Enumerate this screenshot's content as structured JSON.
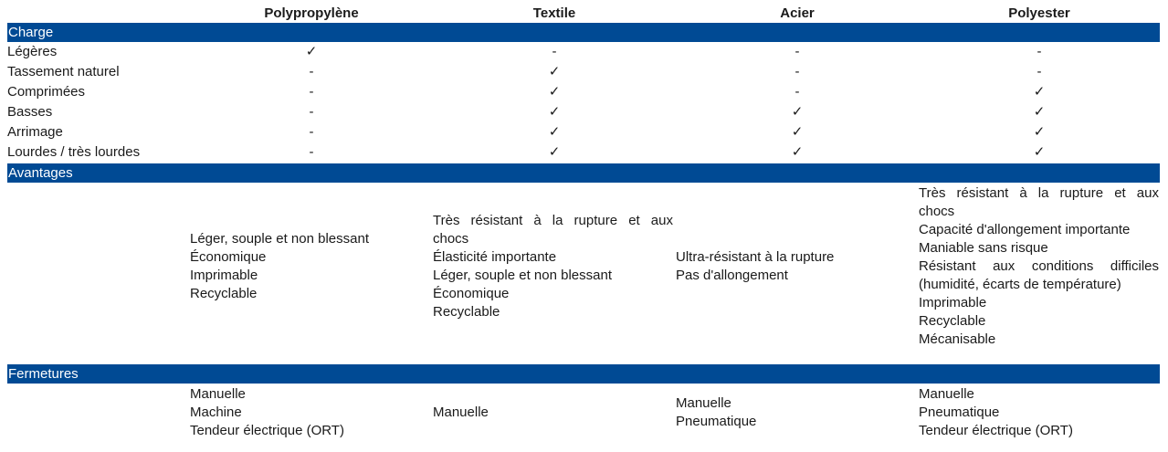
{
  "columns": [
    "Polypropylène",
    "Textile",
    "Acier",
    "Polyester"
  ],
  "sections": {
    "charge": "Charge",
    "avantages": "Avantages",
    "fermetures": "Fermetures"
  },
  "charge_rows": [
    {
      "label": "Légères",
      "values": [
        "✓",
        "-",
        "-",
        "-"
      ]
    },
    {
      "label": "Tassement naturel",
      "values": [
        "-",
        "✓",
        "-",
        "-"
      ]
    },
    {
      "label": "Comprimées",
      "values": [
        "-",
        "✓",
        "-",
        "✓"
      ]
    },
    {
      "label": "Basses",
      "values": [
        "-",
        "✓",
        "✓",
        "✓"
      ]
    },
    {
      "label": "Arrimage",
      "values": [
        "-",
        "✓",
        "✓",
        "✓"
      ]
    },
    {
      "label": "Lourdes / très lourdes",
      "values": [
        "-",
        "✓",
        "✓",
        "✓"
      ]
    }
  ],
  "avantages": {
    "polypropylene": [
      "Léger, souple et non blessant",
      "Économique",
      "Imprimable",
      "Recyclable"
    ],
    "textile": [
      "Très résistant à la rupture et aux",
      "chocs",
      "Élasticité importante",
      "Léger, souple et non blessant",
      "Économique",
      "Recyclable"
    ],
    "acier": [
      "Ultra-résistant à la rupture",
      "Pas d'allongement"
    ],
    "polyester": [
      "Très résistant à la rupture et aux",
      "chocs",
      "Capacité d'allongement importante",
      "Maniable sans risque",
      "Résistant aux conditions difficiles",
      "(humidité, écarts de température)",
      "Imprimable",
      "Recyclable",
      "Mécanisable"
    ]
  },
  "fermetures": {
    "polypropylene": [
      "Manuelle",
      "Machine",
      "Tendeur électrique (ORT)"
    ],
    "textile": [
      "Manuelle"
    ],
    "acier": [
      "Manuelle",
      "Pneumatique"
    ],
    "polyester": [
      "Manuelle",
      "Pneumatique",
      "Tendeur électrique (ORT)"
    ]
  },
  "colors": {
    "band": "#004a94",
    "band_text": "#ffffff"
  }
}
